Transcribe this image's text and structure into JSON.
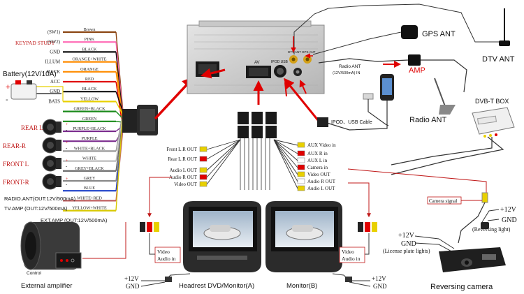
{
  "keypad_label": "KEYPAD STUDY",
  "battery_label": "Battery(12V/10A)",
  "wires": [
    {
      "left": "(SW1)",
      "color": "Brown",
      "hex": "#8b4513"
    },
    {
      "left": "(SW2)",
      "color": "PINK",
      "hex": "#ff69b4"
    },
    {
      "left": "GND",
      "color": "BLACK",
      "hex": "#111111"
    },
    {
      "left": "ILLUM",
      "color": "ORANGE+WHITE",
      "hex": "#ff8c00"
    },
    {
      "left": "BACK",
      "color": "ORANGE",
      "hex": "#ff8c00"
    },
    {
      "left": "ACC",
      "color": "RED",
      "hex": "#e00000"
    },
    {
      "left": "GND",
      "color": "BLACK",
      "hex": "#111111"
    },
    {
      "left": "BATS",
      "color": "YELLOW",
      "hex": "#e8d000"
    },
    {
      "left": "",
      "color": "GREEN+BLACK",
      "hex": "#1a8a1a"
    },
    {
      "left": "",
      "color": "GREEN",
      "hex": "#1a8a1a"
    },
    {
      "left": "",
      "color": "PURPLE+BLACK",
      "hex": "#7b2d8e"
    },
    {
      "left": "",
      "color": "PURPLE",
      "hex": "#7b2d8e"
    },
    {
      "left": "",
      "color": "WHITE+BLACK",
      "hex": "#999999"
    },
    {
      "left": "",
      "color": "WHITE",
      "hex": "#bbbbbb"
    },
    {
      "left": "",
      "color": "GREY+BLACK",
      "hex": "#666666"
    },
    {
      "left": "",
      "color": "GREY",
      "hex": "#888888"
    },
    {
      "left": "",
      "color": "BLUE",
      "hex": "#1e40c8"
    },
    {
      "left": "",
      "color": "WHITE+RED",
      "hex": "#c06060"
    },
    {
      "left": "",
      "color": "YELLOW+WHITE",
      "hex": "#d8c800"
    }
  ],
  "speakers": [
    "REAR L",
    "REAR-R",
    "FRONT L",
    "FRONT-R"
  ],
  "amp_outputs": [
    "RADIO.ANT(OUT:12V/500mA)",
    "TV.AMP (OUT:12V/500mA)",
    "EXT.AMP (OUT:12V/500mA)"
  ],
  "external_amplifier": "External amplifier",
  "control": "Control",
  "headunit_ports": {
    "av": "AV",
    "ipod_usb": "IPOD USB",
    "dtv_ant": "DTV ANT",
    "gps_ant": "GPS ANT",
    "radio_ant_in": "Radio ANT",
    "radio_ant_spec": "(12V/500mA) IN"
  },
  "gps_ant": "GPS ANT",
  "dtv_ant": "DTV ANT",
  "amp": "AMP",
  "radio_ant": "Radio ANT",
  "ipod_usb_cable": "IPOD、USB Cable",
  "dvbt_box": "DVB-T BOX",
  "rca_left": [
    "Front L.R OUT",
    "Rear L.R OUT",
    "Audio L OUT",
    "Audio R OUT",
    "Video OUT"
  ],
  "rca_right": [
    "AUX Video in",
    "AUX R in",
    "AUX L in",
    "Camera in",
    "Video OUT",
    "Audio R OUT",
    "Audio L OUT"
  ],
  "monitor_a": "Headrest DVD/Monitor(A)",
  "monitor_b": "Monitor(B)",
  "video_audio_in": [
    "Video",
    "Audio in"
  ],
  "plus12v": "+12V",
  "gnd": "GND",
  "camera_signal": "Camera signal",
  "reversing_light": "(Reversing light)",
  "license_plate": "(License plate lights)",
  "reversing_camera": "Reversing camera",
  "colors": {
    "red_arrow": "#e00000",
    "line": "#333333",
    "red_line": "#c01818"
  }
}
